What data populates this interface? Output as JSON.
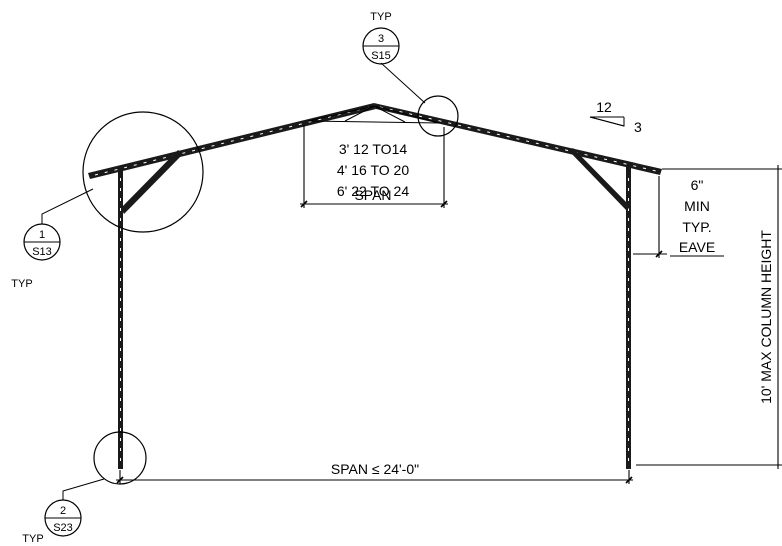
{
  "drawing": {
    "slope": {
      "rise": "3",
      "run": "12"
    },
    "brace_table": {
      "lines": [
        "3' 12 TO14",
        "4' 16 TO 20",
        "6' 22 TO 24",
        "SPAN"
      ]
    },
    "eave_note": {
      "lines": [
        "6\"",
        "MIN",
        "TYP.",
        "EAVE"
      ]
    },
    "column_height_label": "10' MAX COLUMN HEIGHT",
    "span_label": "SPAN ≤ 24'-0\"",
    "callouts": [
      {
        "number": "3",
        "sheet": "S15",
        "note": "TYP"
      },
      {
        "number": "1",
        "sheet": "S13",
        "note": "TYP"
      },
      {
        "number": "2",
        "sheet": "S23",
        "note": "TYP"
      }
    ]
  }
}
